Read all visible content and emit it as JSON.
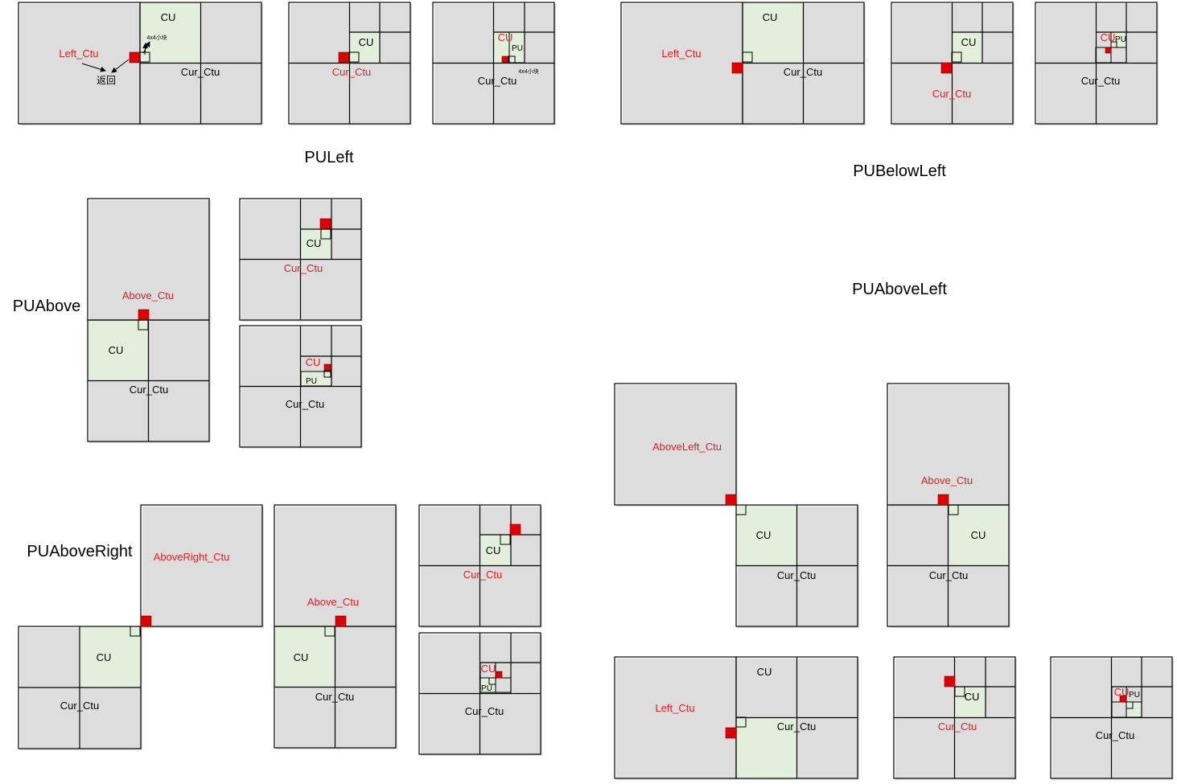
{
  "colors": {
    "cu_fill": "#e2efda",
    "red": "#e00000",
    "line": "#000000",
    "shadow": "#b4b4b4",
    "red_text": "#e02020"
  },
  "titles": {
    "puleft": "PULeft",
    "pubelowleft": "PUBelowLeft",
    "puaboveleft": "PUAboveLeft",
    "puabove": "PUAbove",
    "puaboveright": "PUAboveRight"
  },
  "labels": {
    "cu": "CU",
    "pu": "PU",
    "cur_ctu": "Cur_Ctu",
    "left_ctu": "Left_Ctu",
    "above_ctu": "Above_Ctu",
    "aboveright_ctu": "AboveRight_Ctu",
    "aboveleft_ctu": "AboveLeft_Ctu",
    "small_4x4": "4x4小块",
    "return": "返回"
  }
}
